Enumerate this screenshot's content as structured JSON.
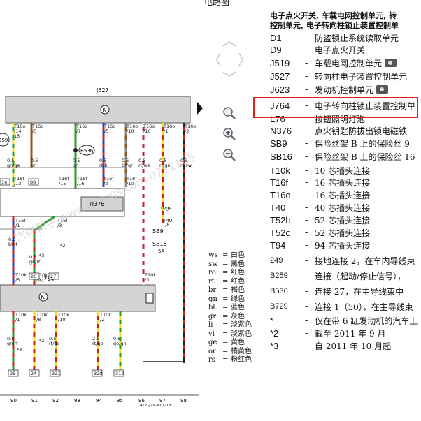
{
  "page_title": "电路图",
  "header": {
    "line1": "电子点火开关, 车载电网控制单元, 转",
    "line2": "控制单元, 电子转向柱锁止装置控制单"
  },
  "components": [
    {
      "code": "D1",
      "desc": "防盗锁止系统读取单元",
      "camera": false
    },
    {
      "code": "D9",
      "desc": "电子点火开关",
      "camera": false
    },
    {
      "code": "J519",
      "desc": "车载电网控制单元",
      "camera": true
    },
    {
      "code": "J527",
      "desc": "转向柱电子装置控制单元",
      "camera": false
    },
    {
      "code": "J623",
      "desc": "发动机控制单元",
      "camera": true
    },
    {
      "code": "J764",
      "desc": "电子转向柱锁止装置控制单",
      "camera": false
    },
    {
      "code": "L76",
      "desc": "按钮照明灯泡",
      "camera": false
    },
    {
      "code": "N376",
      "desc": "点火钥匙防拔出锁电磁铁",
      "camera": false
    },
    {
      "code": "SB9",
      "desc": "保险丝架 B 上的保险丝 9",
      "camera": false
    },
    {
      "code": "SB16",
      "desc": "保险丝架 B 上的保险丝 16",
      "camera": false
    },
    {
      "code": "T10k",
      "desc": "10 芯插头连接",
      "camera": false
    },
    {
      "code": "T16f",
      "desc": "16 芯插头连接",
      "camera": false
    },
    {
      "code": "T16o",
      "desc": "16 芯插头连接",
      "camera": false
    },
    {
      "code": "T40",
      "desc": "40 芯插头连接",
      "camera": false
    },
    {
      "code": "T52b",
      "desc": "52 芯插头连接",
      "camera": false
    },
    {
      "code": "T52c",
      "desc": "52 芯插头连接",
      "camera": false
    },
    {
      "code": "T94",
      "desc": "94 芯插头连接",
      "camera": false
    },
    {
      "code": "249",
      "desc": "接地连接 2，在车内导线束",
      "camera": false
    },
    {
      "code": "B259",
      "desc": "连接（起动/停止信号），",
      "camera": false
    },
    {
      "code": "B536",
      "desc": "连接 27，在主导线束中",
      "camera": false
    },
    {
      "code": "B729",
      "desc": "连接 1（50），在主导线束",
      "camera": false
    },
    {
      "code": "*",
      "desc": "仅在带 6 缸发动机的汽车上",
      "camera": false
    },
    {
      "code": "*2",
      "desc": "截至 2011 年 9 月",
      "camera": false
    },
    {
      "code": "*3",
      "desc": "自 2011 年 10 月起",
      "camera": false
    }
  ],
  "legend": [
    {
      "abbr": "ws",
      "color": "白色"
    },
    {
      "abbr": "sw",
      "color": "黑色"
    },
    {
      "abbr": "ro",
      "color": "红色"
    },
    {
      "abbr": "rt",
      "color": "红色"
    },
    {
      "abbr": "br",
      "color": "褐色"
    },
    {
      "abbr": "gn",
      "color": "绿色"
    },
    {
      "abbr": "bl",
      "color": "蓝色"
    },
    {
      "abbr": "gr",
      "color": "灰色"
    },
    {
      "abbr": "li",
      "color": "淡紫色"
    },
    {
      "abbr": "vi",
      "color": "淡紫色"
    },
    {
      "abbr": "ge",
      "color": "黄色"
    },
    {
      "abbr": "or",
      "color": "橘黄色"
    },
    {
      "abbr": "rs",
      "color": "粉红色"
    }
  ],
  "highlight_color": "#e0221f",
  "nav_icons": [
    "chevron-up-icon",
    "chevron-left-icon",
    "chevron-right-icon",
    "chevron-down-icon"
  ],
  "zoom_icons": [
    "search-icon",
    "zoom-in-icon",
    "zoom-out-icon"
  ],
  "diagram": {
    "module_top": "J527",
    "module_mid": "J764",
    "n376": "N376",
    "b536": "B536",
    "b259": "259",
    "sb9": "SB9",
    "sb16": "SB16",
    "sb16_amp": "5A",
    "t40": "T40",
    "t40_pin": "/8",
    "t40_wire": "rt/ge",
    "t16o_top": [
      "T16o\n/14\n15",
      "T16o\n/3",
      "T16o\n/7",
      "T16o\n/5",
      "T16o\n/10",
      "T16o\n/16",
      "T16o\n/1",
      "T16o\n/2"
    ],
    "top_sizes": [
      "0.5\ngn/ge",
      "0.5\nbr",
      "0.5\ngn",
      "0.5\nrt/bl",
      "0.5\nbr/gr",
      "0.5\nrt/ws",
      "0.5\nrt/ge",
      "0.5\nrt/sw"
    ],
    "t16f_labels": [
      "T16f\n/13",
      "T16f\n/15",
      "T16f\n/16",
      "T16f\n/2",
      "T16f\n/10"
    ],
    "boxes_top": [
      "88",
      "16"
    ],
    "t16f_mid": [
      "T16f\n/1",
      "T16f\n/3"
    ],
    "mid_sizes": [
      "0.5\nbl/rt",
      "0.5\ngn/rt",
      "*2",
      "*3"
    ],
    "t10k_top": [
      "T10k\n/5",
      "T10k\n/9",
      "T10k\n/3"
    ],
    "boxes_mid": [
      "26",
      "27"
    ],
    "t10k_bottom": [
      "T10k\n/1",
      "T10k\n/8",
      "T10k\n/10",
      "T10k\n/2"
    ],
    "bottom_sizes": [
      "0.5\ngn/rt",
      "0.5\nrt/ge",
      "2.5\nrt/ge",
      "0.5\nge/gn"
    ],
    "bottom_marks": [
      "*3",
      "*2"
    ],
    "boxes_bottom": [
      "25",
      "24",
      "321",
      "320",
      "312"
    ],
    "col_nums": [
      "90",
      "91",
      "92",
      "93",
      "94",
      "95",
      "96",
      "97",
      "98"
    ],
    "ref_code": "4ZZ-J7V-M01-13",
    "watermark": "汽修帮手 www.qcwxjs.com 0712165"
  }
}
